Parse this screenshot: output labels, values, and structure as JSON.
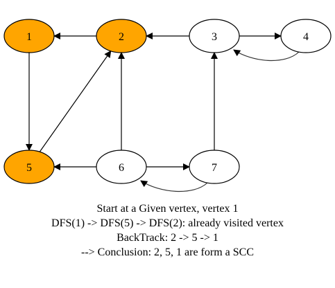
{
  "graph": {
    "nodes": [
      {
        "id": "1",
        "label": "1",
        "highlighted": true
      },
      {
        "id": "2",
        "label": "2",
        "highlighted": true
      },
      {
        "id": "3",
        "label": "3",
        "highlighted": false
      },
      {
        "id": "4",
        "label": "4",
        "highlighted": false
      },
      {
        "id": "5",
        "label": "5",
        "highlighted": true
      },
      {
        "id": "6",
        "label": "6",
        "highlighted": false
      },
      {
        "id": "7",
        "label": "7",
        "highlighted": false
      }
    ],
    "edges": [
      {
        "from": "2",
        "to": "1"
      },
      {
        "from": "3",
        "to": "2"
      },
      {
        "from": "3",
        "to": "4"
      },
      {
        "from": "4",
        "to": "3"
      },
      {
        "from": "1",
        "to": "5"
      },
      {
        "from": "5",
        "to": "2"
      },
      {
        "from": "6",
        "to": "2"
      },
      {
        "from": "6",
        "to": "5"
      },
      {
        "from": "6",
        "to": "7"
      },
      {
        "from": "7",
        "to": "6"
      },
      {
        "from": "7",
        "to": "3"
      }
    ],
    "colors": {
      "highlight_fill": "#FFA500",
      "default_fill": "#FFFFFF",
      "stroke": "#000000"
    }
  },
  "caption": {
    "line1": "Start at a Given vertex, vertex 1",
    "line2": "DFS(1) -> DFS(5) -> DFS(2): already visited vertex",
    "line3": "BackTrack: 2 -> 5 -> 1",
    "line4": "--> Conclusion: 2, 5, 1 are form a SCC"
  }
}
